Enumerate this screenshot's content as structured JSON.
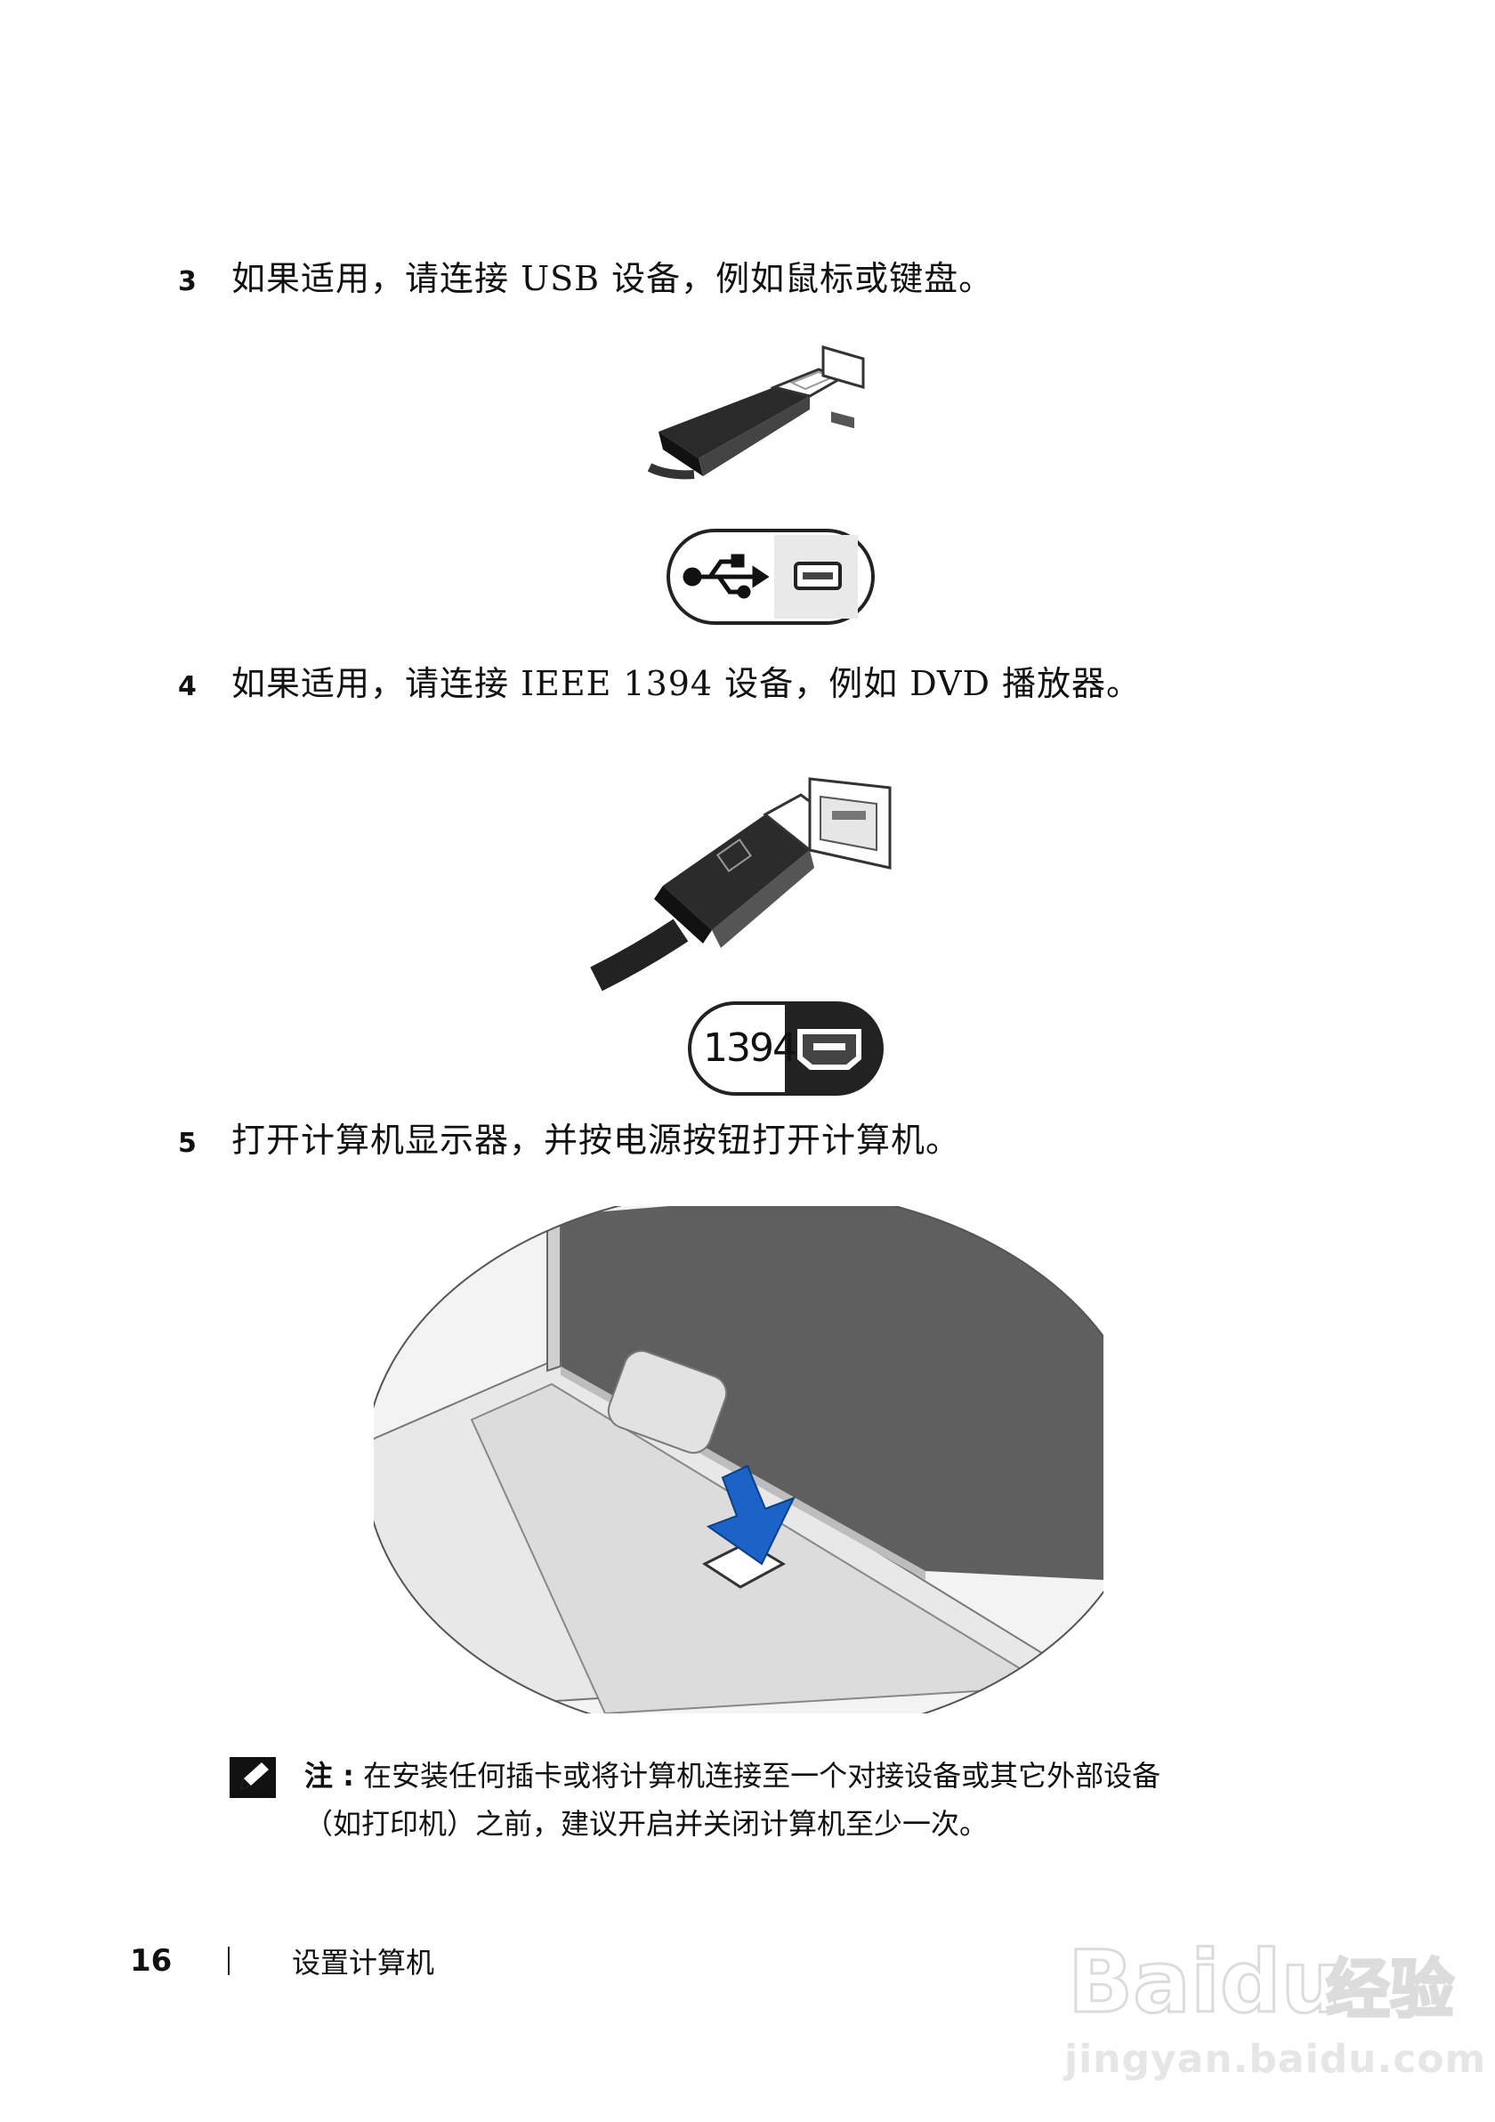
{
  "steps": [
    {
      "num": "3",
      "text": "如果适用，请连接 USB 设备，例如鼠标或键盘。"
    },
    {
      "num": "4",
      "text": "如果适用，请连接 IEEE 1394 设备，例如 DVD 播放器。"
    },
    {
      "num": "5",
      "text": "打开计算机显示器，并按电源按钮打开计算机。"
    }
  ],
  "badges": {
    "firewire_label": "1394"
  },
  "note": {
    "label": "注 :",
    "line1": "在安装任何插卡或将计算机连接至一个对接设备或其它外部设备",
    "line2": "（如打印机）之前，建议开启并关闭计算机至少一次。"
  },
  "footer": {
    "page_number": "16",
    "section_title": "设置计算机"
  },
  "watermark": {
    "brand": "Baidu",
    "product": "经验",
    "url": "jingyan.baidu.com"
  },
  "colors": {
    "accent_arrow": "#1b63c6",
    "badge_dark": "#222222",
    "text": "#111111"
  },
  "icons": [
    "usb-plug-icon",
    "usb-symbol-icon",
    "firewire-plug-icon",
    "power-button-illustration",
    "pencil-note-icon"
  ]
}
